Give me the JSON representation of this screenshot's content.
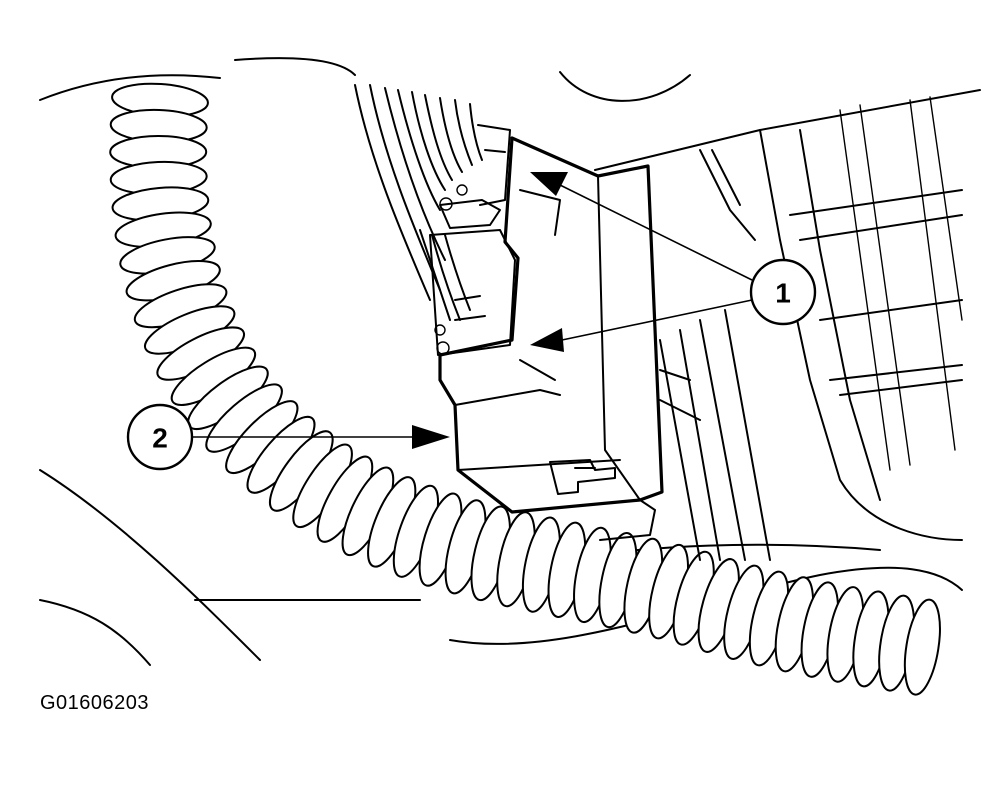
{
  "figure_code": "G01606203",
  "callouts": [
    {
      "label": "1"
    },
    {
      "label": "2"
    }
  ]
}
